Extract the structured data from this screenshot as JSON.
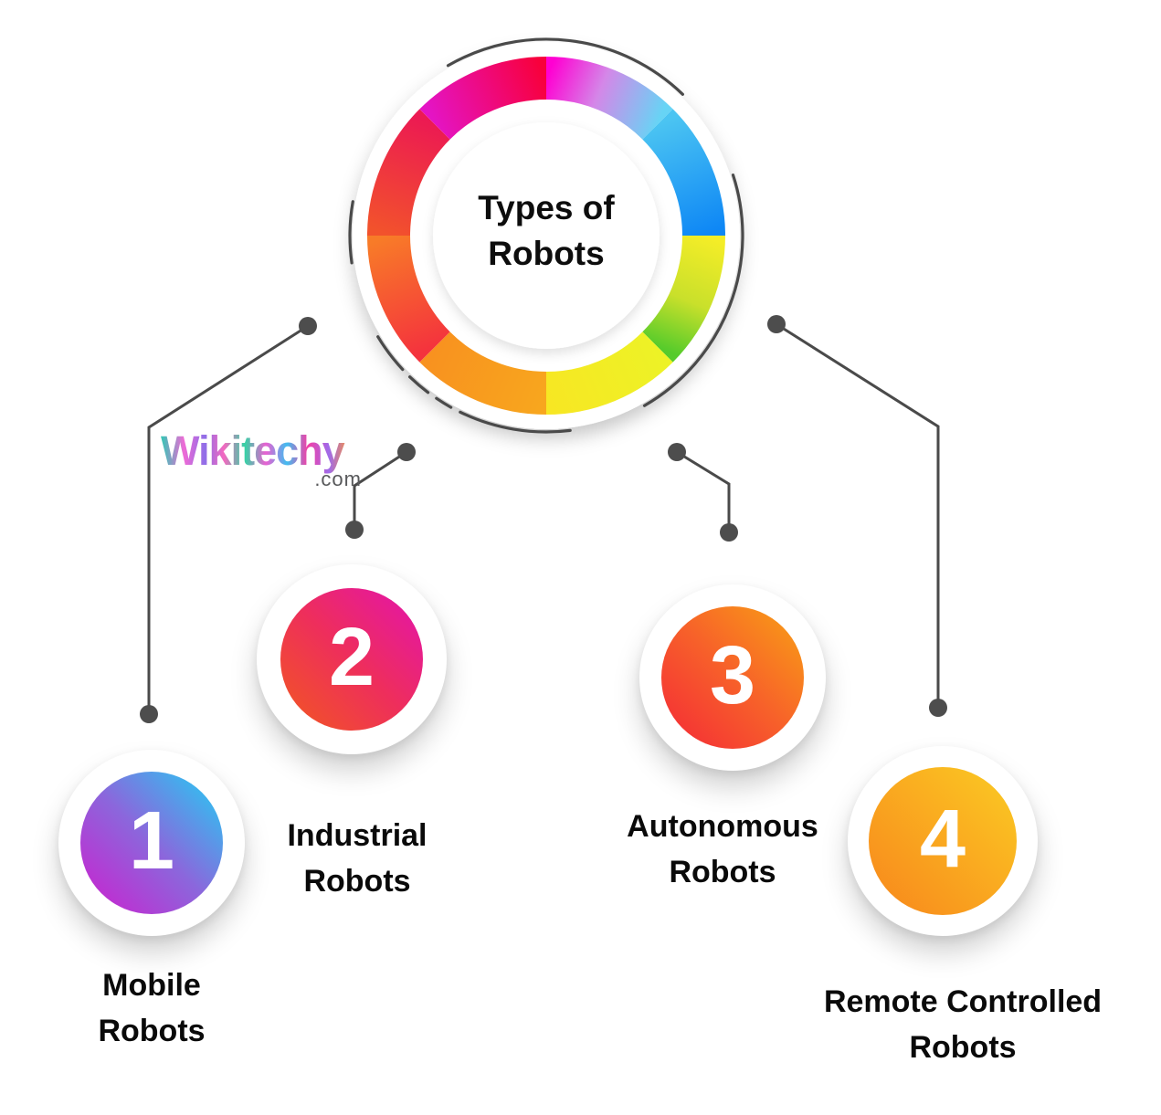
{
  "title": {
    "line1": "Types of",
    "line2": "Robots"
  },
  "logo": {
    "brand": "Wikitechy",
    "tld": ".com"
  },
  "nodes": [
    {
      "number": "1",
      "label_line1": "Mobile",
      "label_line2": "Robots",
      "gradient": [
        "#1FD2F5",
        "#8B67DC",
        "#CF1DCE"
      ]
    },
    {
      "number": "2",
      "label_line1": "Industrial",
      "label_line2": "Robots",
      "gradient": [
        "#E313AE",
        "#EE2E5C",
        "#F2581F"
      ]
    },
    {
      "number": "3",
      "label_line1": "Autonomous",
      "label_line2": "Robots",
      "gradient": [
        "#F9A214",
        "#F7602A",
        "#F42837"
      ]
    },
    {
      "number": "4",
      "label_line1": "Remote Controlled",
      "label_line2": "Robots",
      "gradient": [
        "#FBCB23",
        "#F8861C"
      ]
    }
  ],
  "ring": {
    "segment_colors": [
      [
        "#FF00D2",
        "#67D4F5"
      ],
      [
        "#4BC4F2",
        "#0E87F5"
      ],
      [
        "#F4ED27",
        "#55CB2B"
      ],
      [
        "#EDF226",
        "#F7E723"
      ],
      [
        "#F8A61E",
        "#F8921F"
      ],
      [
        "#F4333D",
        "#F87B28"
      ],
      [
        "#F2522C",
        "#EC1A52"
      ],
      [
        "#E414C4",
        "#F8003B"
      ]
    ],
    "decor_arc_color": "#4a4a4a"
  },
  "connector_color": "#4d4d4d"
}
